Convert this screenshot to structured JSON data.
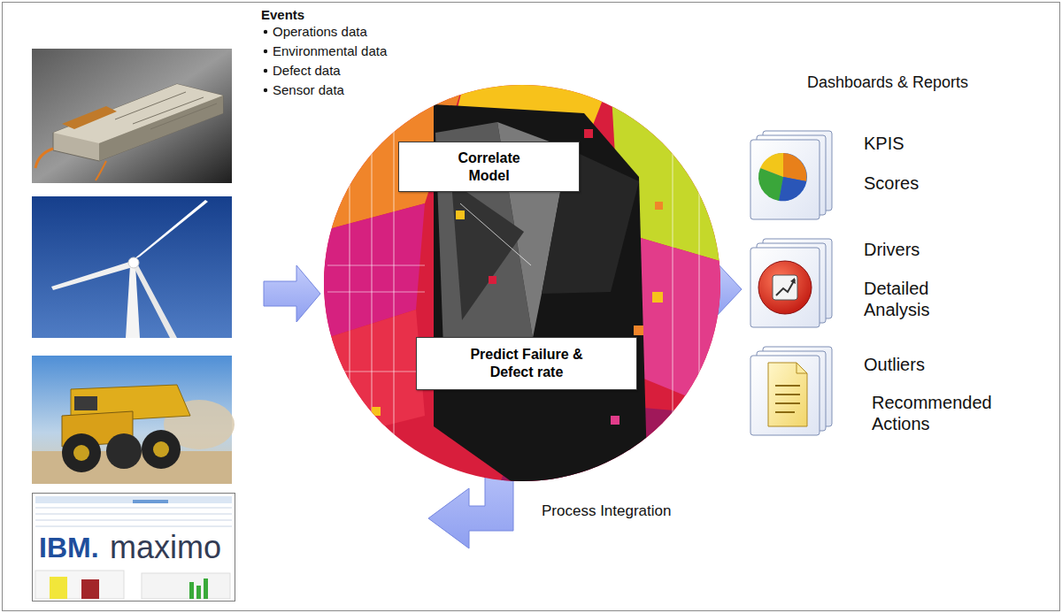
{
  "diagram": {
    "nodes": [
      {
        "text": [
          "Correlate Model"
        ]
      },
      {
        "text": [
          "Predict Failure & Defect rate"
        ]
      }
    ],
    "labels": [
      "Events",
      "Operations data",
      "Environmental data",
      "Defect data",
      "Sensor data",
      "Dashboards & Reports",
      "KPIS",
      "Scores",
      "Drivers",
      "Detailed Analysis",
      "Outliers",
      "Recommended Actions",
      "Process Integration",
      "IBM.",
      "maximo"
    ]
  }
}
